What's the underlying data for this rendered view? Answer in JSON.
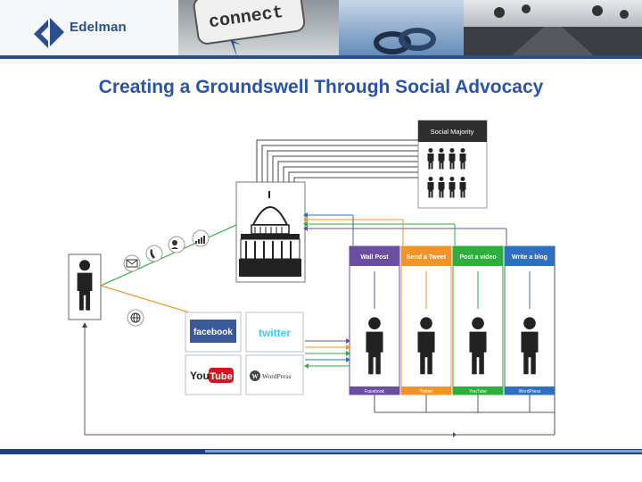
{
  "header": {
    "brand": "Edelman",
    "photo_text": "connect"
  },
  "slide": {
    "title": "Creating a Groundswell Through Social Advocacy"
  },
  "diagram": {
    "social_majority_label": "Social Majority",
    "actions": [
      {
        "label": "Wall Post",
        "platform": "Facebook",
        "color": "#6a4fa0"
      },
      {
        "label": "Send a Tweet",
        "platform": "Twitter",
        "color": "#f0952a"
      },
      {
        "label": "Post a video",
        "platform": "YouTube",
        "color": "#2fae3f"
      },
      {
        "label": "Write a blog",
        "platform": "WordPress",
        "color": "#2f6fc0"
      }
    ],
    "logos": {
      "facebook": "facebook",
      "twitter": "twitter",
      "youtube_you": "You",
      "youtube_tube": "Tube",
      "wordpress": "WordPress"
    },
    "colors": {
      "purple": "#6a4fa0",
      "orange": "#f0952a",
      "green": "#2fae3f",
      "blue": "#2f6fc0",
      "dark": "#222222"
    }
  }
}
